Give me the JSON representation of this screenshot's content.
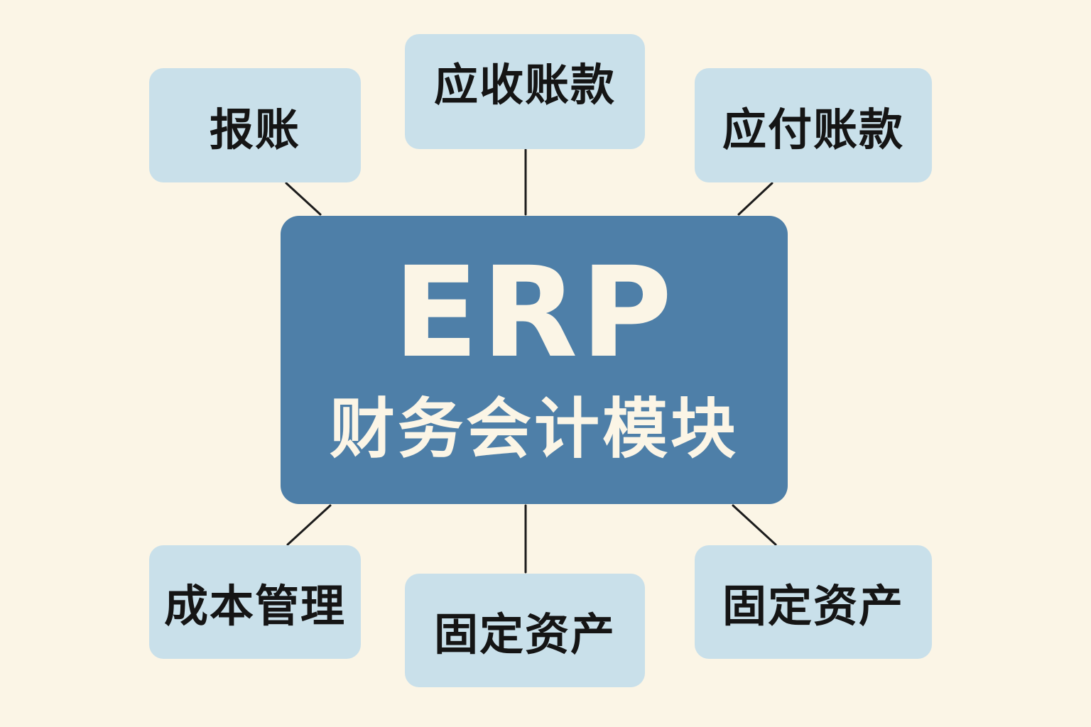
{
  "center": {
    "title": "ERP",
    "subtitle": "财务会计模块"
  },
  "nodes": {
    "top_left": "报账",
    "top_center": "应收账款",
    "top_right": "应付账款",
    "bottom_left": "成本管理",
    "bottom_center": "固定资产",
    "bottom_right": "固定资产"
  },
  "colors": {
    "background": "#fbf5e6",
    "center_box": "#4e7fa8",
    "node_box": "#c9e0ea",
    "connector": "#1c1c1c"
  }
}
